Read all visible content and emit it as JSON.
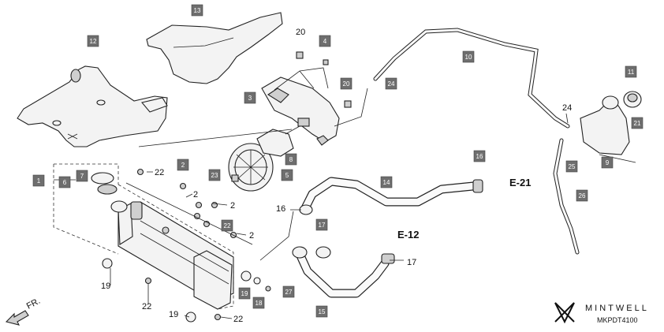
{
  "callouts": {
    "c1": "1",
    "c2a": "2",
    "c3": "3",
    "c4": "4",
    "c5": "5",
    "c6": "6",
    "c7": "7",
    "c8": "8",
    "c9": "9",
    "c10": "10",
    "c11": "11",
    "c12": "12",
    "c13": "13",
    "c14": "14",
    "c15": "15",
    "c16": "16",
    "c17": "17",
    "c18": "18",
    "c19a": "19",
    "c20a": "20",
    "c20b": "20",
    "c21": "21",
    "c22a": "22",
    "c23": "23",
    "c24": "24",
    "c25": "25",
    "c26": "26",
    "c27": "27"
  },
  "labels": {
    "l22a": "22",
    "l2a": "2",
    "l2b": "2",
    "l2c": "2",
    "l16": "16",
    "l17": "17",
    "l19a": "19",
    "l19b": "19",
    "l22b": "22",
    "l22c": "22",
    "l24": "24"
  },
  "sections": {
    "e21": "E-21",
    "e12": "E-12"
  },
  "direction": {
    "fr": "FR."
  },
  "brand": {
    "name": "MINTWELL",
    "code": "MKPDT4100"
  },
  "colors": {
    "callout_fill": "#6e6e6e",
    "line": "#222222",
    "background": "#ffffff"
  }
}
